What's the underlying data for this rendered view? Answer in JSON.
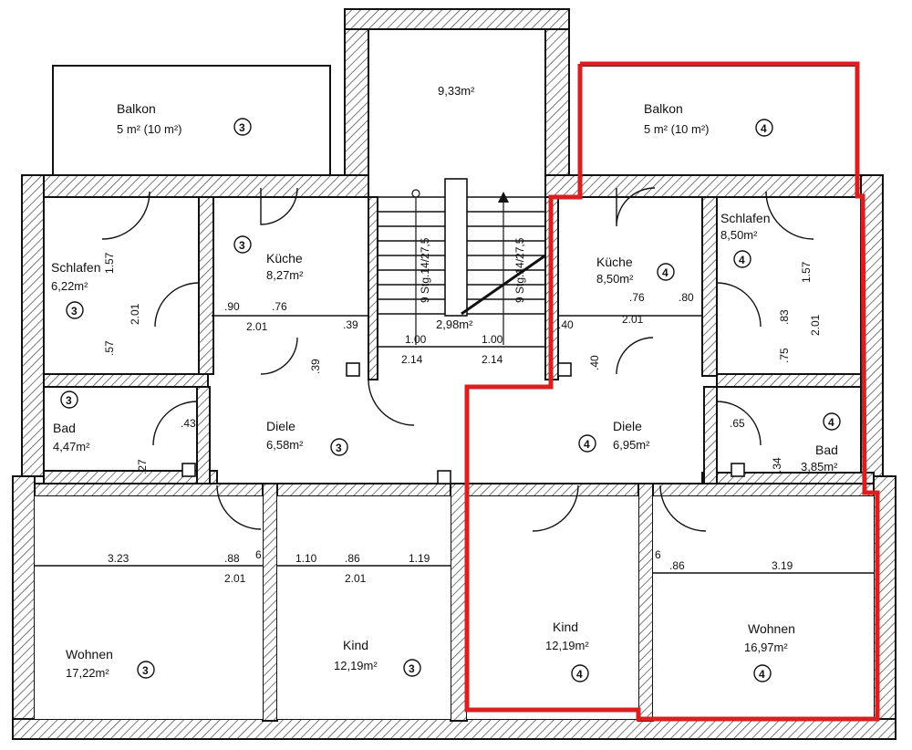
{
  "rooms": {
    "balkon_left": {
      "name": "Balkon",
      "area": "5 m² (10 m²)",
      "unit": "3"
    },
    "stair_landing": {
      "area": "9,33m²"
    },
    "balkon_right": {
      "name": "Balkon",
      "area": "5 m² (10 m²)",
      "unit": "4"
    },
    "schlafen_left": {
      "name": "Schlafen",
      "area": "6,22m²",
      "unit": "3"
    },
    "kueche_left": {
      "name": "Küche",
      "area": "8,27m²",
      "unit": "3"
    },
    "stair": {
      "area": "2,98m²",
      "label_a": "9 Stg.14/27,5",
      "label_b": "9 Stg.14/27,5"
    },
    "kueche_right": {
      "name": "Küche",
      "area": "8,50m²",
      "unit": "4"
    },
    "schlafen_right": {
      "name": "Schlafen",
      "area": "8,50m²",
      "unit": "4"
    },
    "bad_left": {
      "name": "Bad",
      "area": "4,47m²",
      "unit": "3"
    },
    "diele_left": {
      "name": "Diele",
      "area": "6,58m²",
      "unit": "3"
    },
    "diele_right": {
      "name": "Diele",
      "area": "6,95m²",
      "unit": "4"
    },
    "bad_right": {
      "name": "Bad",
      "area": "3,85m²",
      "unit": "4"
    },
    "wohnen_left": {
      "name": "Wohnen",
      "area": "17,22m²",
      "unit": "3"
    },
    "kind_left": {
      "name": "Kind",
      "area": "12,19m²",
      "unit": "3"
    },
    "kind_right": {
      "name": "Kind",
      "area": "12,19m²",
      "unit": "4"
    },
    "wohnen_right": {
      "name": "Wohnen",
      "area": "16,97m²",
      "unit": "4"
    }
  },
  "dimensions": {
    "d_090": ".90",
    "d_076a": ".76",
    "d_201a": "2.01",
    "d_039a": ".39",
    "d_039b": ".39",
    "d_100a": "1.00",
    "d_214": "2.14",
    "d_100b": "1.00",
    "d_214b": "2.14",
    "d_040a": ".40",
    "d_040b": ".40",
    "d_076b": ".76",
    "d_080": ".80",
    "d_201b": "2.01",
    "d_157a": "1.57",
    "d_201c": "2.01",
    "d_057": ".57",
    "d_157b": "1.57",
    "d_201d": "2.01",
    "d_083": ".83",
    "d_075": ".75",
    "d_043": ".43",
    "d_027": ".27",
    "d_065": ".65",
    "d_034": ".34",
    "d_323": "3.23",
    "d_088": ".88",
    "d_006a": "6",
    "d_201e": "2.01",
    "d_110": "1.10",
    "d_086a": ".86",
    "d_119": "1.19",
    "d_201f": "2.01",
    "d_006b": "6",
    "d_086b": ".86",
    "d_319": "3.19"
  },
  "colors": {
    "highlight": "#d91f1f",
    "ink": "#111111"
  }
}
